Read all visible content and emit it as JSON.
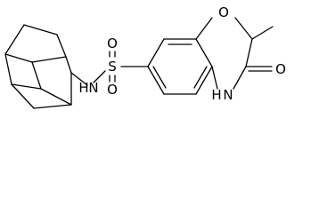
{
  "molecule": {
    "atoms": {
      "sulfonyl_oxygen_top": "O",
      "sulfonyl_oxygen_bottom": "O",
      "sulfur": "S",
      "sulfonamide_nitrogen": "N",
      "sulfonamide_hydrogen": "H",
      "ring_oxygen": "O",
      "carbonyl_oxygen": "O",
      "lactam_nitrogen": "N",
      "lactam_hydrogen": "H"
    }
  }
}
